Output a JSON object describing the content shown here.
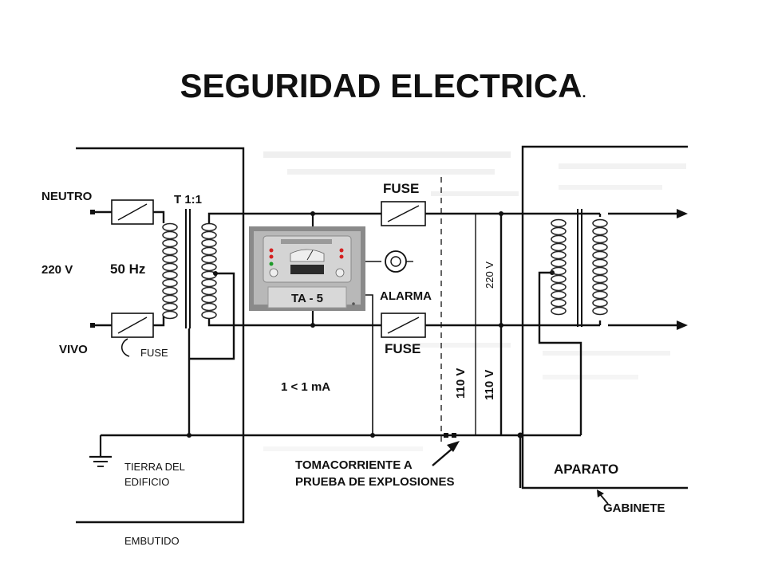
{
  "title": {
    "text": "SEGURIDAD ELECTRICA",
    "suffix": "."
  },
  "diagram": {
    "labels": {
      "neutro": "NEUTRO",
      "transformer": "T 1:1",
      "voltage_in": "220 V",
      "frequency": "50 Hz",
      "vivo": "VIVO",
      "fuse_left": "FUSE",
      "fuse_top": "FUSE",
      "fuse_bottom": "FUSE",
      "alarma": "ALARMA",
      "monitor": "TA - 5",
      "leakage": "1 < 1 mA",
      "v110_a": "110 V",
      "v110_b": "110 V",
      "v220": "220 V",
      "tierra_line1": "TIERRA DEL",
      "tierra_line2": "EDIFICIO",
      "toma_line1": "TOMACORRIENTE A",
      "toma_line2": "PRUEBA DE EXPLOSIONES",
      "aparato": "APARATO",
      "gabinete": "GABINETE",
      "embutido": "EMBUTIDO"
    },
    "colors": {
      "ink": "#111111",
      "monitor_frame": "#8a8a8a",
      "monitor_panel": "#d4d4d4",
      "led_red": "#d42020",
      "led_green": "#1e9a2a"
    }
  }
}
